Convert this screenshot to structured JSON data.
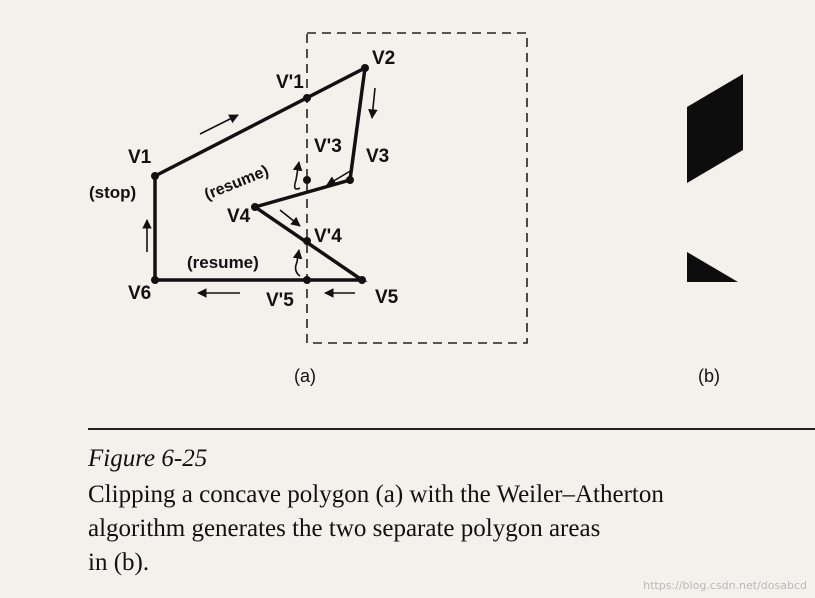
{
  "figure_a": {
    "vertices": {
      "v1": "V1",
      "v1p": "V'1",
      "v2": "V2",
      "v3": "V3",
      "v3p": "V'3",
      "v4": "V4",
      "v4p": "V'4",
      "v5": "V5",
      "v5p": "V'5",
      "v6": "V6"
    },
    "annotations": {
      "stop": "(stop)",
      "resume_upper": "(resume)",
      "resume_lower": "(resume)"
    },
    "panel_label": "(a)"
  },
  "figure_b": {
    "panel_label": "(b)"
  },
  "caption": {
    "title": "Figure 6-25",
    "lines": [
      "Clipping a concave polygon (a) with the Weiler–Atherton",
      "algorithm generates the two separate polygon areas",
      "in (b)."
    ]
  },
  "watermark": "https://blog.csdn.net/dosabcd",
  "colors": {
    "ink": "#111111",
    "paper": "#f3f1ec"
  }
}
